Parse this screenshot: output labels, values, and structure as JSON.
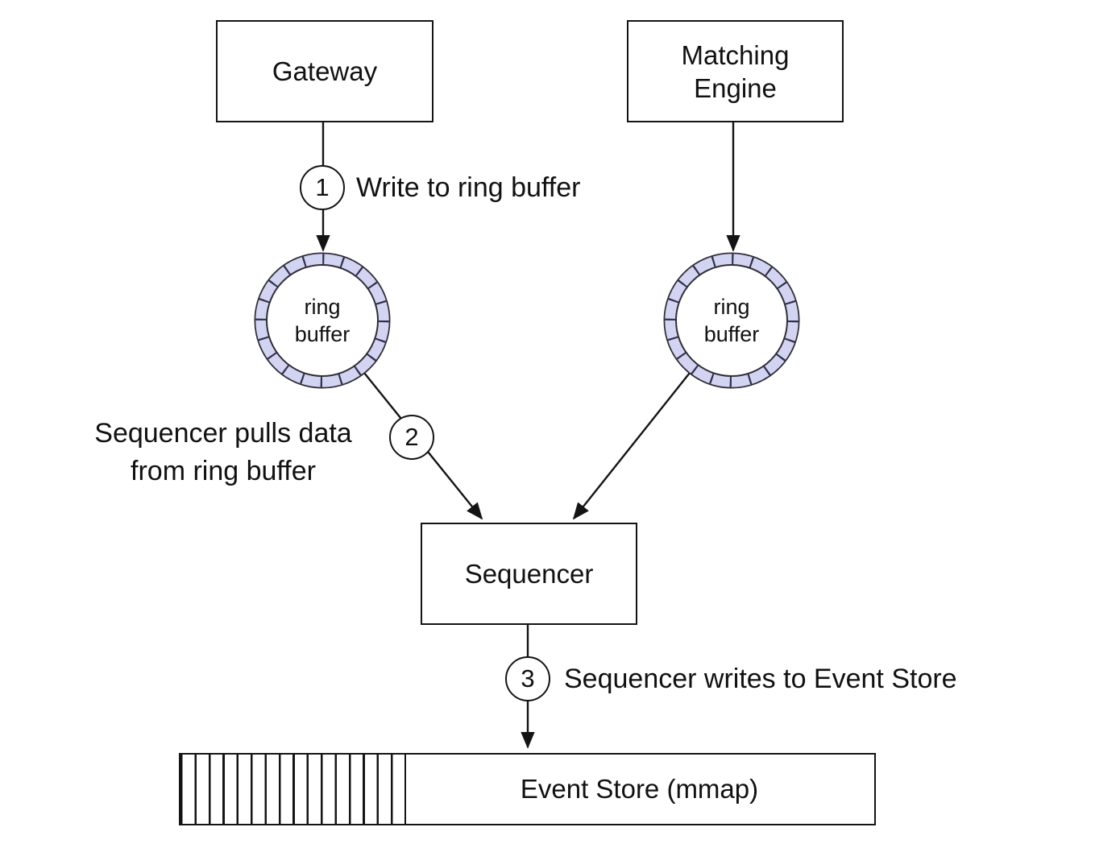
{
  "diagram": {
    "title_hint": "sequencer-ring-buffer-architecture",
    "colors": {
      "background": "#ffffff",
      "stroke": "#141414",
      "text": "#111111",
      "ring_fill": "#d3d3f2",
      "ring_divider": "#30304a",
      "ring_edge": "#2e2e38"
    },
    "nodes": {
      "gateway": {
        "label": "Gateway"
      },
      "matching_engine": {
        "label": "Matching\nEngine"
      },
      "ring_buffer_left": {
        "label": "ring\nbuffer"
      },
      "ring_buffer_right": {
        "label": "ring\nbuffer"
      },
      "sequencer": {
        "label": "Sequencer"
      },
      "event_store": {
        "label": "Event Store (mmap)"
      }
    },
    "steps": [
      {
        "number": "1",
        "label": "Write to ring buffer"
      },
      {
        "number": "2",
        "label": "Sequencer pulls data\nfrom ring buffer"
      },
      {
        "number": "3",
        "label": "Sequencer writes to Event Store"
      }
    ]
  }
}
